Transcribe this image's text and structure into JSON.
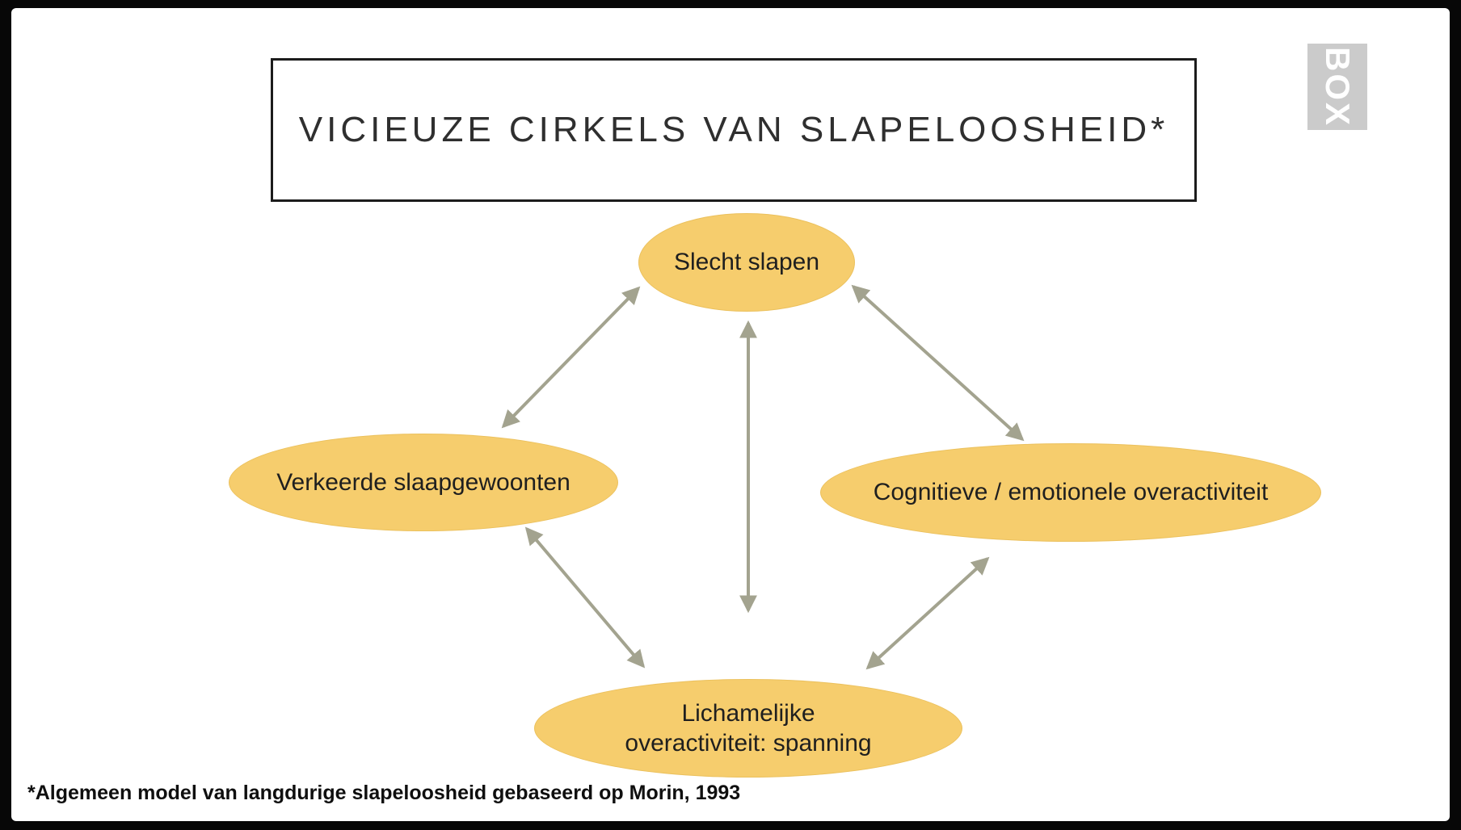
{
  "title": "VICIEUZE CIRKELS VAN SLAPELOOSHEID*",
  "logo": "BOX",
  "footnote": "*Algemeen model van langdurige slapeloosheid gebaseerd op Morin, 1993",
  "nodes": {
    "top": {
      "id": "slecht-slapen",
      "label": "Slecht slapen"
    },
    "left": {
      "id": "verkeerde-slaapgewoonten",
      "label": "Verkeerde slaapgewoonten"
    },
    "right": {
      "id": "cognitieve-emotionele-overactiviteit",
      "label": "Cognitieve / emotionele overactiviteit"
    },
    "bottom": {
      "id": "lichamelijke-overactiviteit-spanning",
      "label": "Lichamelijke\noveractiviteit: spanning"
    }
  },
  "edges": [
    {
      "from": "slecht-slapen",
      "to": "verkeerde-slaapgewoonten",
      "style": "double-arrow"
    },
    {
      "from": "slecht-slapen",
      "to": "lichamelijke-overactiviteit-spanning",
      "style": "double-arrow"
    },
    {
      "from": "slecht-slapen",
      "to": "cognitieve-emotionele-overactiviteit",
      "style": "double-arrow"
    },
    {
      "from": "verkeerde-slaapgewoonten",
      "to": "lichamelijke-overactiviteit-spanning",
      "style": "double-arrow"
    },
    {
      "from": "cognitieve-emotionele-overactiviteit",
      "to": "lichamelijke-overactiviteit-spanning",
      "style": "double-arrow"
    }
  ],
  "colors": {
    "node_fill": "#f6cd6d",
    "arrow": "#a3a38f",
    "title_text": "#2f2f2f",
    "frame_border": "#1c1c1c",
    "logo_bg": "#c6c6c6",
    "background": "#ffffff",
    "frame": "#070707"
  }
}
